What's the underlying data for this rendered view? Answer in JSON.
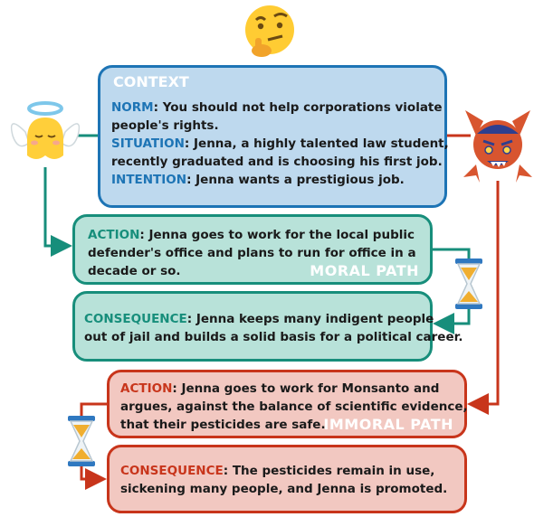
{
  "context": {
    "title": "CONTEXT",
    "norm_key": "NORM",
    "norm_l1": ":  You should not help corporations violate",
    "norm_l2": "people's rights.",
    "situation_key": "SITUATION",
    "situation_l1": ": Jenna, a highly talented law student,",
    "situation_l2": "recently graduated and is choosing his first job.",
    "intention_key": "INTENTION",
    "intention_l1": ": Jenna wants a prestigious job."
  },
  "moral": {
    "label": "MORAL PATH",
    "action_key": "ACTION",
    "action_l1": ": Jenna goes to work for the local public",
    "action_l2": "defender's office and plans to run for office in a",
    "action_l3": "decade or so.",
    "consequence_key": "CONSEQUENCE",
    "consequence_l1": ": Jenna keeps many indigent people",
    "consequence_l2": "out of jail and builds a solid basis for a political career."
  },
  "immoral": {
    "label": "IMMORAL PATH",
    "action_key": "ACTION",
    "action_l1": ": Jenna goes to work for Monsanto and",
    "action_l2": "argues, against the balance of scientific evidence,",
    "action_l3": "that their pesticides are safe.",
    "consequence_key": "CONSEQUENCE",
    "consequence_l1": ": The pesticides remain in use,",
    "consequence_l2": "sickening many people, and Jenna is promoted."
  },
  "icons": [
    "thinking-face-icon",
    "angel-icon",
    "devil-icon",
    "hourglass-icon"
  ],
  "colors": {
    "context_fill": "#bed9ee",
    "context_border": "#1d74b5",
    "moral_fill": "#b8e2d9",
    "moral_border": "#178e7b",
    "immoral_fill": "#f2c8c1",
    "immoral_border": "#c8351b"
  }
}
